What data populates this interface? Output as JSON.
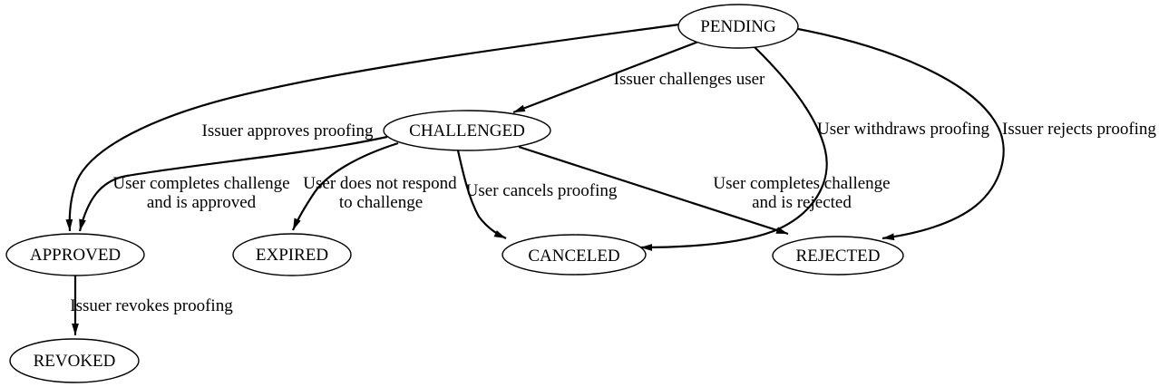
{
  "diagram": {
    "type": "state-machine",
    "colors": {
      "background": "#ffffff",
      "stroke": "#000000",
      "text": "#000000"
    },
    "nodes": [
      {
        "label": "PENDING"
      },
      {
        "label": "CHALLENGED"
      },
      {
        "label": "APPROVED"
      },
      {
        "label": "EXPIRED"
      },
      {
        "label": "CANCELED"
      },
      {
        "label": "REJECTED"
      },
      {
        "label": "REVOKED"
      }
    ],
    "edges": [
      {
        "from": "PENDING",
        "to": "CHALLENGED",
        "label_lines": [
          "Issuer challenges user"
        ]
      },
      {
        "from": "PENDING",
        "to": "APPROVED",
        "label_lines": [
          "Issuer approves proofing"
        ]
      },
      {
        "from": "PENDING",
        "to": "CANCELED",
        "label_lines": [
          "User withdraws proofing"
        ]
      },
      {
        "from": "PENDING",
        "to": "REJECTED",
        "label_lines": [
          "Issuer rejects proofing"
        ]
      },
      {
        "from": "CHALLENGED",
        "to": "APPROVED",
        "label_lines": [
          "User completes challenge",
          "and is approved"
        ]
      },
      {
        "from": "CHALLENGED",
        "to": "EXPIRED",
        "label_lines": [
          "User does not respond",
          "to challenge"
        ]
      },
      {
        "from": "CHALLENGED",
        "to": "CANCELED",
        "label_lines": [
          "User cancels proofing"
        ]
      },
      {
        "from": "CHALLENGED",
        "to": "REJECTED",
        "label_lines": [
          "User completes challenge",
          "and is rejected"
        ]
      },
      {
        "from": "APPROVED",
        "to": "REVOKED",
        "label_lines": [
          "Issuer revokes proofing"
        ]
      }
    ]
  }
}
